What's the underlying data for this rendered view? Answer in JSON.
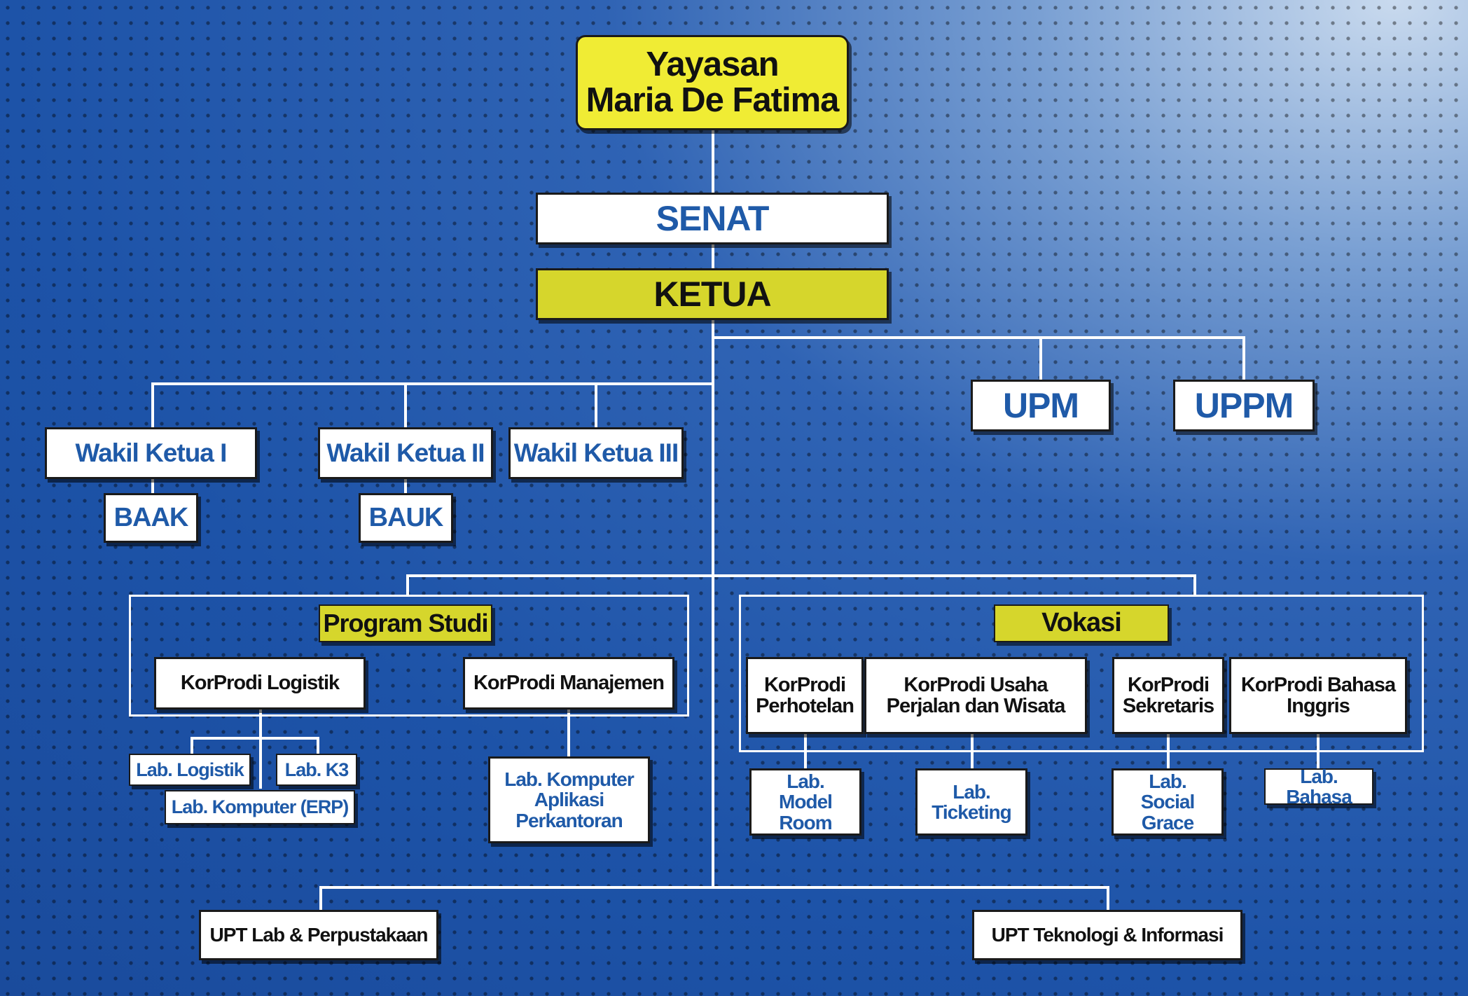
{
  "top": {
    "line1": "Yayasan",
    "line2": "Maria De Fatima"
  },
  "senat": "SENAT",
  "ketua": "KETUA",
  "upm": "UPM",
  "uppm": "UPPM",
  "wakil": [
    "Wakil Ketua I",
    "Wakil Ketua II",
    "Wakil Ketua III"
  ],
  "baak": "BAAK",
  "bauk": "BAUK",
  "program_studi": {
    "title": "Program Studi",
    "korprodi": [
      "KorProdi Logistik",
      "KorProdi Manajemen"
    ],
    "labs": [
      "Lab. Logistik",
      "Lab. K3",
      "Lab. Komputer (ERP)",
      "Lab. Komputer Aplikasi Perkantoran"
    ]
  },
  "vokasi": {
    "title": "Vokasi",
    "korprodi": [
      "KorProdi Perhotelan",
      "KorProdi Usaha Perjalan dan Wisata",
      "KorProdi Sekretaris",
      "KorProdi Bahasa Inggris"
    ],
    "labs": [
      "Lab. Model Room",
      "Lab. Ticketing",
      "Lab. Social Grace",
      "Lab. Bahasa"
    ]
  },
  "upt": [
    "UPT Lab & Perpustakaan",
    "UPT Teknologi & Informasi"
  ],
  "colors": {
    "node_text_blue": "#1f5aa8",
    "yellow": "#f0ec34",
    "olive": "#d6d62c",
    "background": "#1d53a8"
  }
}
